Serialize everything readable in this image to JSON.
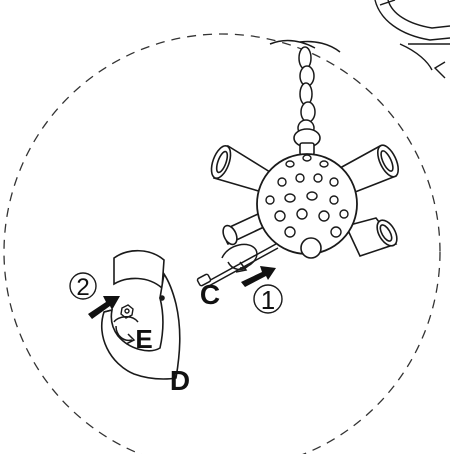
{
  "diagram": {
    "part_labels": {
      "c": "C",
      "d": "D",
      "e": "E"
    },
    "step_labels": {
      "step1": "1",
      "step2": "2"
    },
    "colors": {
      "line": "#1a1a1a",
      "fill": "#ffffff",
      "arrow": "#111111"
    }
  }
}
